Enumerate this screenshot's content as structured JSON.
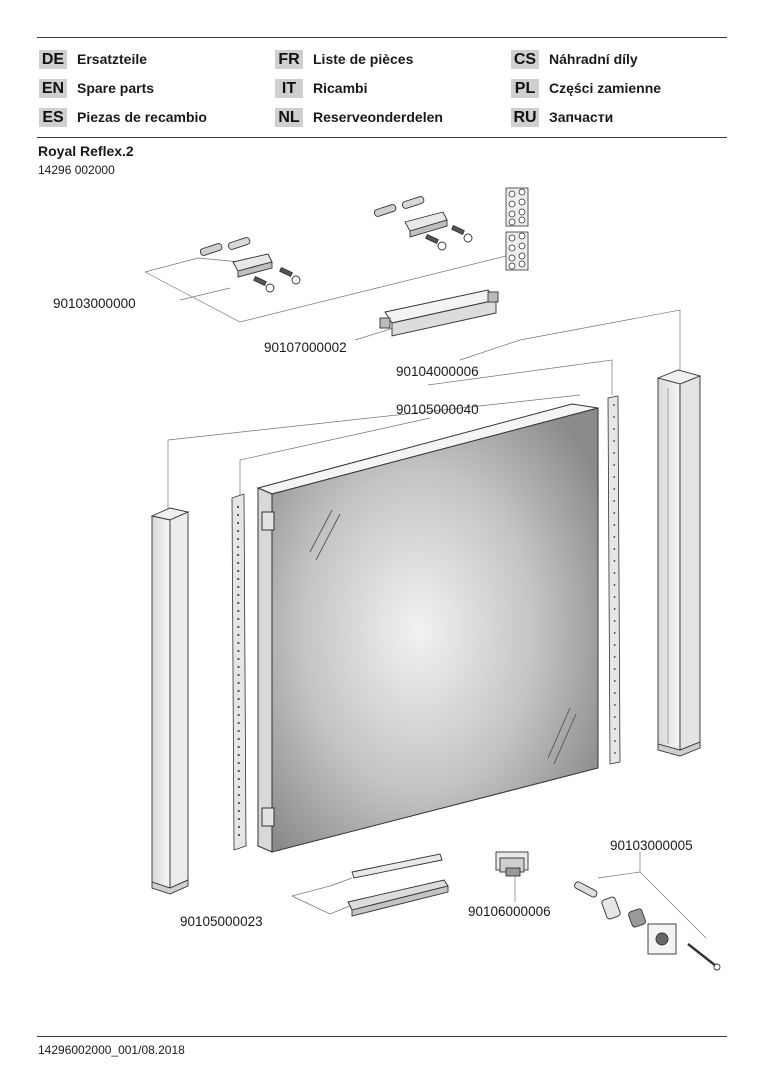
{
  "languages": [
    {
      "code": "DE",
      "label": "Ersatzteile"
    },
    {
      "code": "FR",
      "label": "Liste de pièces"
    },
    {
      "code": "CS",
      "label": "Náhradní díly"
    },
    {
      "code": "EN",
      "label": "Spare parts"
    },
    {
      "code": "IT",
      "label": "Ricambi"
    },
    {
      "code": "PL",
      "label": "Części zamienne"
    },
    {
      "code": "ES",
      "label": "Piezas de recambio"
    },
    {
      "code": "NL",
      "label": "Reserveonderdelen"
    },
    {
      "code": "RU",
      "label": "Запчасти"
    }
  ],
  "product": {
    "title": "Royal Reflex.2",
    "article_number": "14296 002000"
  },
  "parts": {
    "wall_mount_set": "90103000000",
    "led_driver": "90107000002",
    "led_strip": "90104000006",
    "mirror_cabinet": "90105000040",
    "bottom_profile": "90105000023",
    "switch_unit": "90106000006",
    "fixing_kit": "90103000005"
  },
  "footer": {
    "document_ref": "14296002000_001/08.2018"
  }
}
